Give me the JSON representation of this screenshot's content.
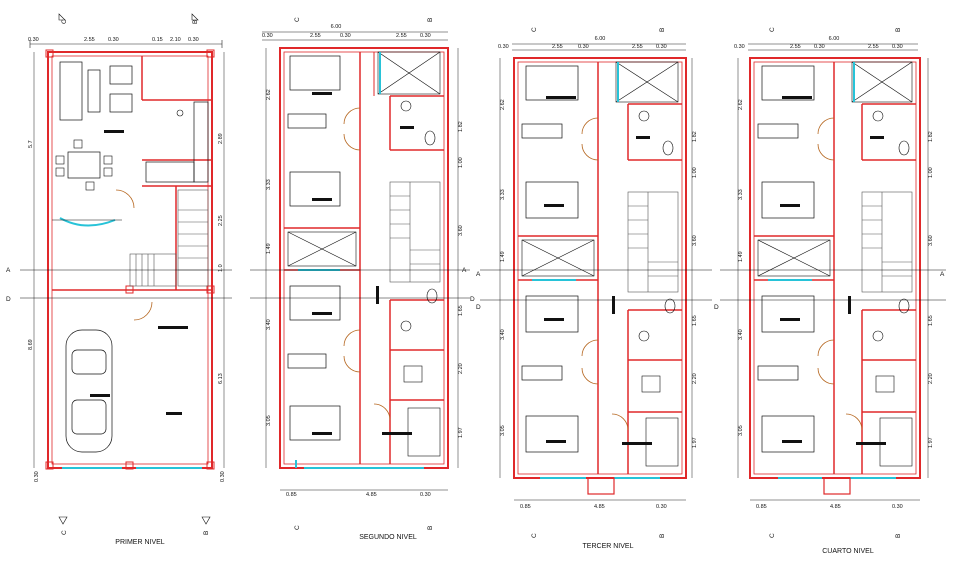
{
  "sheet": {
    "plans": [
      {
        "title": "PRIMER NIVEL",
        "section_top_left": "C",
        "section_top_right": "B",
        "section_bottom_left": "C",
        "section_bottom_right": "B",
        "section_mid_a": "A",
        "section_mid_d": "D",
        "dims_top": [
          "0.30",
          "2.55",
          "0.30",
          "0.15",
          "2.10",
          "0.30"
        ],
        "dims_bottom": [
          "0.30",
          "0.30"
        ],
        "dims_left": [
          "5.7",
          "8.69"
        ],
        "dims_right": [
          "2.89",
          "2.25",
          "1.0",
          "6.13"
        ]
      },
      {
        "title": "SEGUNDO NIVEL",
        "section_top_left": "C",
        "section_top_right": "B",
        "section_bottom_left": "C",
        "section_bottom_right": "B",
        "section_mid_a": "A",
        "section_mid_d": "D",
        "dims_top_total": "6.00",
        "dims_top": [
          "0.30",
          "2.55",
          "0.30",
          "2.55",
          "0.30"
        ],
        "dims_bottom": [
          "0.85",
          "4.85",
          "0.30"
        ],
        "dims_left": [
          "2.62",
          "3.33",
          "1.49",
          "3.40",
          "3.05"
        ],
        "dims_right": [
          "1.82",
          "1.00",
          "3.60",
          "1.65",
          "2.20",
          "1.97"
        ]
      },
      {
        "title": "TERCER NIVEL",
        "section_top_left": "C",
        "section_top_right": "B",
        "section_bottom_left": "C",
        "section_bottom_right": "B",
        "section_mid_a": "A",
        "section_mid_d": "D",
        "dims_top_total": "6.00",
        "dims_top": [
          "0.30",
          "2.55",
          "0.30",
          "2.55",
          "0.30"
        ],
        "dims_bottom": [
          "0.85",
          "4.85",
          "0.30"
        ],
        "dims_left": [
          "2.62",
          "3.33",
          "1.49",
          "3.40",
          "3.05"
        ],
        "dims_right": [
          "1.82",
          "1.00",
          "3.60",
          "1.65",
          "2.20",
          "1.97"
        ]
      },
      {
        "title": "CUARTO NIVEL",
        "section_top_left": "C",
        "section_top_right": "B",
        "section_bottom_left": "C",
        "section_bottom_right": "B",
        "section_mid_a": "A",
        "section_mid_d": "D",
        "dims_top_total": "6.00",
        "dims_top": [
          "0.30",
          "2.55",
          "0.30",
          "2.55",
          "0.30"
        ],
        "dims_bottom": [
          "0.85",
          "4.85",
          "0.30"
        ],
        "dims_left": [
          "2.62",
          "3.33",
          "1.49",
          "3.40",
          "3.05"
        ],
        "dims_right": [
          "1.82",
          "1.00",
          "3.60",
          "1.65",
          "2.20",
          "1.97"
        ]
      }
    ],
    "colors": {
      "wall": "#e0282a",
      "line": "#111111",
      "glass": "#27c3d8",
      "door": "#b5651d",
      "dimension": "#222222",
      "stair": "#555555"
    }
  }
}
